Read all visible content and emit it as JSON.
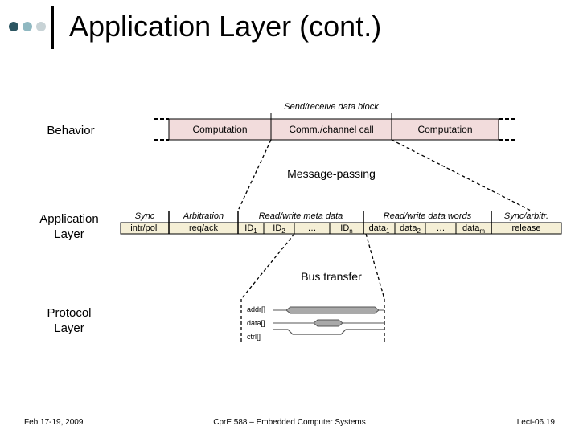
{
  "slide": {
    "title": "Application Layer (cont.)",
    "behavior_label": "Behavior",
    "behavior_row": {
      "send_receive_label": "Send/receive data block",
      "computation_left": "Computation",
      "comm_call": "Comm./channel call",
      "computation_right": "Computation"
    },
    "message_passing_label": "Message-passing",
    "application_label": [
      "Application",
      "Layer"
    ],
    "app_row": {
      "sync_top": "Sync",
      "sync_bottom": "intr/poll",
      "arb_top": "Arbitration",
      "arb_bottom": "req/ack",
      "meta_top": "Read/write meta data",
      "meta_id1": "ID",
      "meta_id1_sub": "1",
      "meta_id2": "ID",
      "meta_id2_sub": "2",
      "meta_dots": "…",
      "meta_idn": "ID",
      "meta_idn_sub": "n",
      "words_top": "Read/write data words",
      "data1": "data",
      "data1_sub": "1",
      "data2": "data",
      "data2_sub": "2",
      "words_dots": "…",
      "datam": "data",
      "datam_sub": "m",
      "syncarb_top": "Sync/arbitr.",
      "syncarb_bottom": "release"
    },
    "bus_transfer_label": "Bus transfer",
    "protocol_label": [
      "Protocol",
      "Layer"
    ],
    "signals": [
      "addr[]",
      "data[]",
      "ctrl[]"
    ],
    "footer": {
      "date": "Feb 17-19, 2009",
      "course": "CprE 588 – Embedded Computer Systems",
      "lecture": "Lect-06.19"
    }
  },
  "colors": {
    "behavior_fill": "#f2dcdc",
    "app_fill": "#f5efd6",
    "bullet_dark": "#2b5561",
    "bullet_mid": "#8fb8c1",
    "bullet_light": "#c8d3d6",
    "signal_fill": "#a9a9a9"
  }
}
